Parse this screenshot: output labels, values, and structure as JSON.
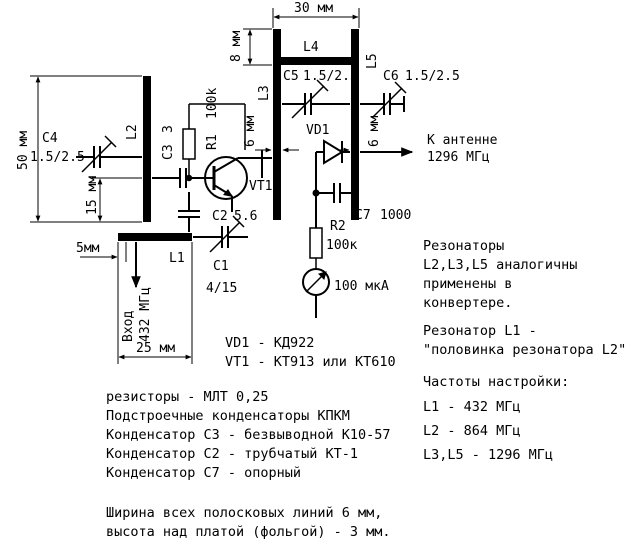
{
  "dimensions": {
    "d30": "30 мм",
    "d8": "8 мм",
    "d6a": "6 мм",
    "d6b": "6 мм",
    "d50": "50 мм",
    "d15": "15 мм",
    "d5": "5мм",
    "d25": "25 мм"
  },
  "parts": {
    "L1": "L1",
    "L2": "L2",
    "L3": "L3",
    "L4": "L4",
    "L5": "L5",
    "C1": "C1",
    "C1v": "4/15",
    "C2": "C2",
    "C2v": "5.6",
    "C3": "C3",
    "C3v": "3",
    "C4": "C4",
    "C4v": "1.5/2.5",
    "C5": "C5",
    "C5v": "1.5/2.5",
    "C6": "C6",
    "C6v": "1.5/2.5",
    "C7": "C7",
    "C7v": "1000",
    "R1": "R1",
    "R1v": "100k",
    "R2": "R2",
    "R2v": "100к",
    "VD1": "VD1",
    "VT1": "VT1",
    "meter": "100 мкА",
    "antenna1": "К антенне",
    "antenna2": "1296 МГц",
    "input1": "Вход",
    "input2": "432 МГц"
  },
  "legend_parts": [
    "VD1 - КД922",
    "VT1 - КТ913 или КТ610"
  ],
  "notes": [
    "резисторы - МЛТ 0,25",
    "Подстроечные конденсаторы КПКМ",
    "Конденсатор С3 - безвыводной К10-57",
    "Конденсатор С2 - трубчатый КТ-1",
    "Конденсатор С7 - опорный"
  ],
  "footnote": [
    "Ширина всех полосковых линий 6 мм,",
    "высота над платой (фольгой) - 3 мм."
  ],
  "resonators": [
    "Резонаторы",
    "L2,L3,L5 аналогичны",
    "применены в",
    "конвертере."
  ],
  "resonator_l1": [
    "Резонатор L1 -",
    "\"половинка резонатора L2\"."
  ],
  "tuning": {
    "title": "Частоты настройки:",
    "rows": [
      "L1 - 432 МГц",
      "L2 - 864 МГц",
      "L3,L5 - 1296 МГц"
    ]
  }
}
